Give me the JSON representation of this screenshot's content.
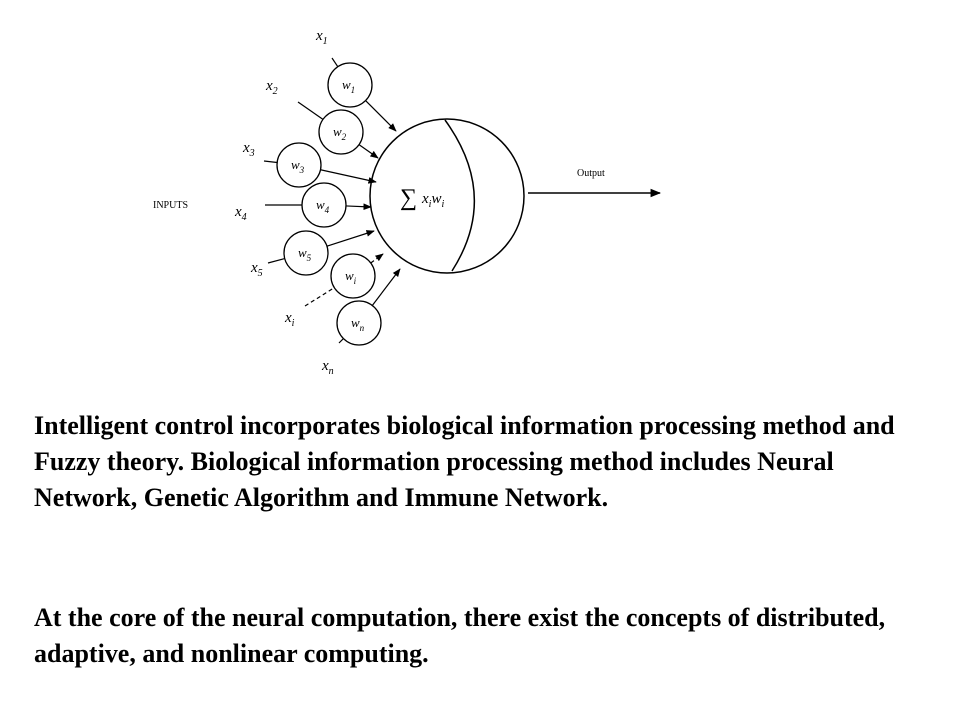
{
  "diagram": {
    "inputs_label": "INPUTS",
    "output_label": "Output",
    "sum_symbol": "∑",
    "sum_expr_parts": [
      "x",
      "i",
      "w",
      "i"
    ],
    "inputs": [
      {
        "var": "x",
        "sub": "1"
      },
      {
        "var": "x",
        "sub": "2"
      },
      {
        "var": "x",
        "sub": "3"
      },
      {
        "var": "x",
        "sub": "4"
      },
      {
        "var": "x",
        "sub": "5"
      },
      {
        "var": "x",
        "sub": "i"
      },
      {
        "var": "x",
        "sub": "n"
      }
    ],
    "weights": [
      {
        "var": "w",
        "sub": "1"
      },
      {
        "var": "w",
        "sub": "2"
      },
      {
        "var": "w",
        "sub": "3"
      },
      {
        "var": "w",
        "sub": "4"
      },
      {
        "var": "w",
        "sub": "5"
      },
      {
        "var": "w",
        "sub": "i"
      },
      {
        "var": "w",
        "sub": "n"
      }
    ]
  },
  "text": {
    "paragraph1": "Intelligent control incorporates biological information processing method and Fuzzy theory. Biological information processing method includes Neural Network, Genetic Algorithm and Immune Network.",
    "paragraph2": "At the core of the neural computation, there exist the concepts of distributed, adaptive, and nonlinear computing."
  }
}
